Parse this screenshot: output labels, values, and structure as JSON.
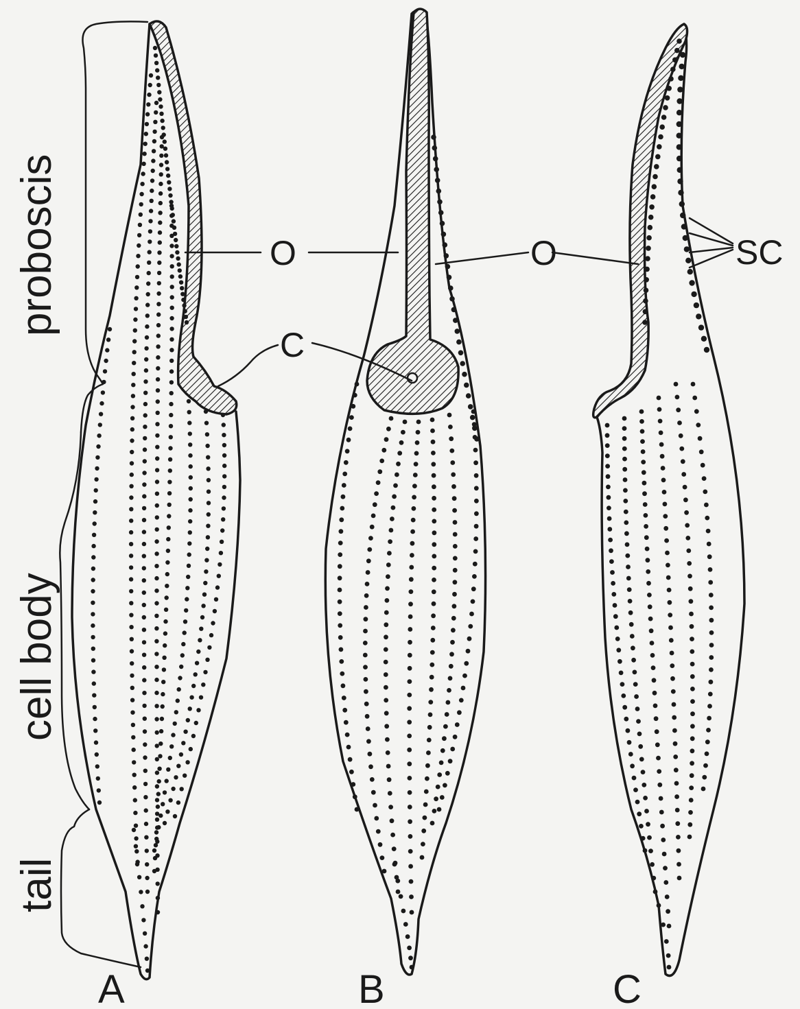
{
  "labels": {
    "region_proboscis": "proboscis",
    "region_cell_body": "cell body",
    "region_tail": "tail",
    "oral_apparatus_left": "O",
    "oral_apparatus_right": "O",
    "cytostome": "C",
    "somatic_cilia": "SC",
    "panel_a": "A",
    "panel_b": "B",
    "panel_c": "C"
  },
  "colors": {
    "ink": "#1a1a1a",
    "paper": "#f4f4f2"
  }
}
